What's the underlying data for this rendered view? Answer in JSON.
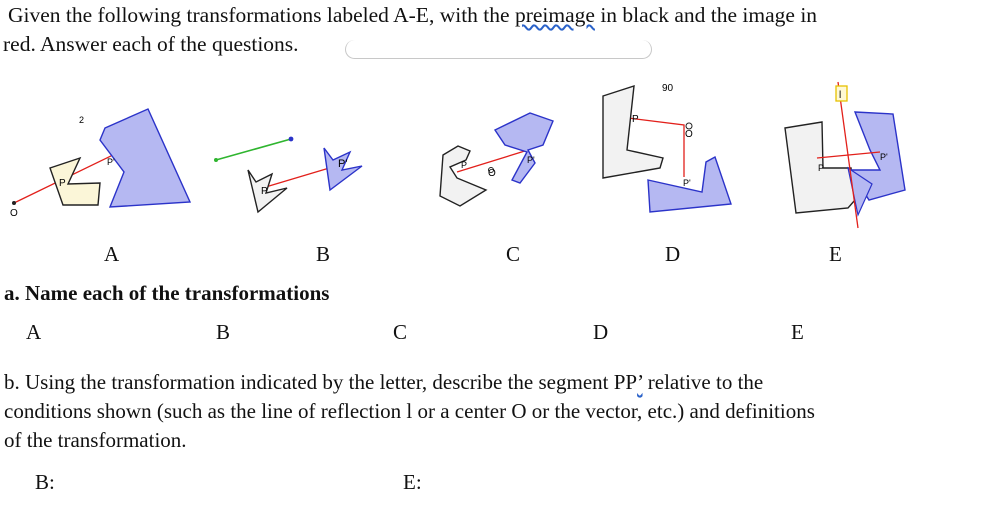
{
  "intro": {
    "line1_pre": "Given the following transformations labeled A-E",
    "line1_comma": ",",
    "line1_mid": " with the ",
    "line1_word": "preimage",
    "line1_post": " in black and the image in",
    "line2": "red.  Answer each of the questions."
  },
  "figures": {
    "labels": [
      "A",
      "B",
      "C",
      "D",
      "E"
    ],
    "fig_a": {
      "point_o": "O",
      "point_p": "P",
      "point_p_prime": "P'",
      "number": "2"
    },
    "fig_b": {
      "point_p": "P",
      "point_p_prime": "P'"
    },
    "fig_c": {
      "point_p": "P",
      "point_o": "O",
      "point_p_prime": "P'"
    },
    "fig_d": {
      "angle": "90",
      "point_p": "P",
      "point_o": "O",
      "point_p_prime": "P'"
    },
    "fig_e": {
      "line_label": "l",
      "point_p": "P",
      "point_p_prime": "P'"
    }
  },
  "question_a": {
    "prompt": "a. Name each of the transformations",
    "answers": [
      "A",
      "B",
      "C",
      "D",
      "E"
    ]
  },
  "question_b": {
    "line1_pre": "b. Using the transformation indicated by the letter, describe the segment PP",
    "line1_apos": "’",
    "line1_post": " relative to the",
    "line2": "conditions shown (such as the line of reflection l or a center O or the vector, etc.) and definitions",
    "line3": "of the transformation.",
    "answer_b": "B:",
    "answer_e": "E:"
  },
  "colors": {
    "image_fill": "#b5b8f2",
    "image_stroke": "#2b33c9",
    "preimage_fill": "#f2f2f2",
    "preimage_fill_a": "#fbf6d8",
    "segment": "#e2201b",
    "vector": "#2fb52f"
  }
}
